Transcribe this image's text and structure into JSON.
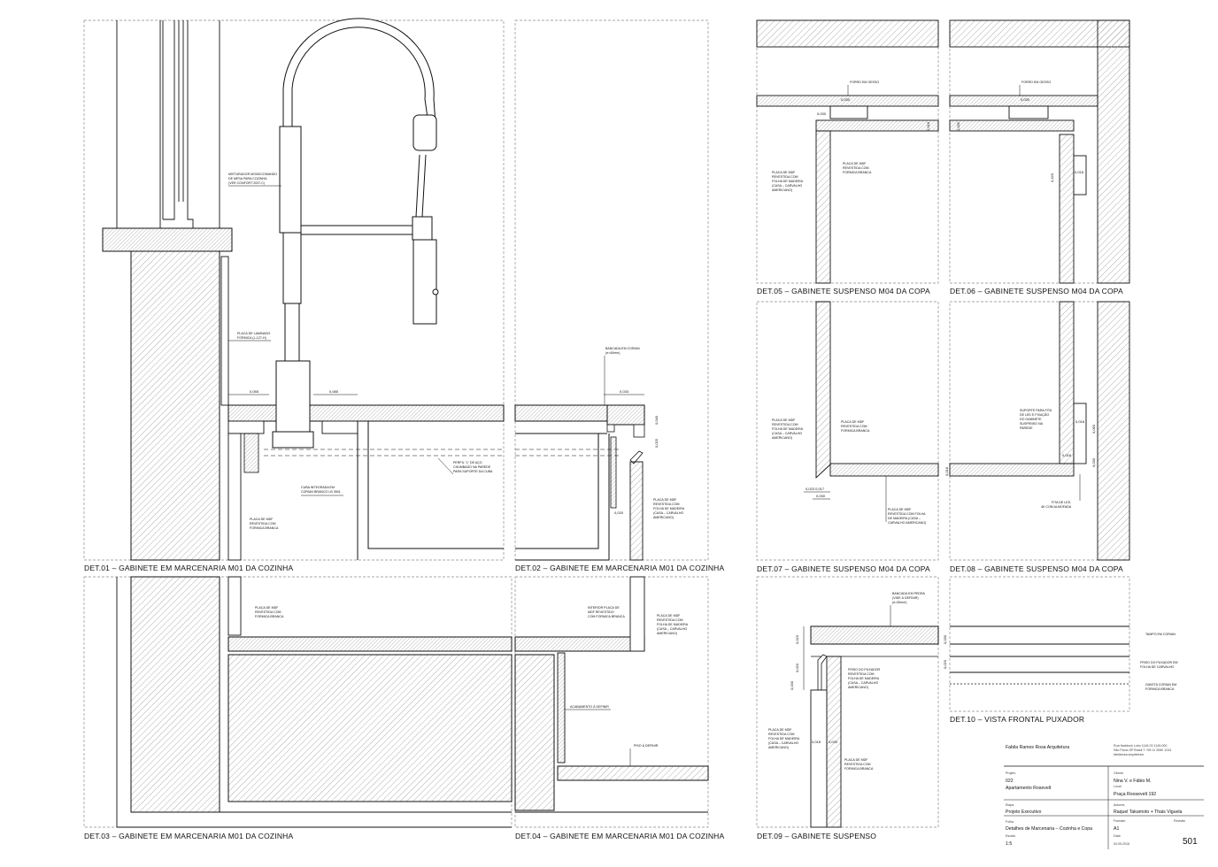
{
  "captions": {
    "det01": "DET.01 – GABINETE EM MARCENARIA M01 DA COZINHA",
    "det02": "DET.02 – GABINETE EM MARCENARIA M01 DA COZINHA",
    "det03": "DET.03 – GABINETE EM MARCENARIA M01 DA COZINHA",
    "det04": "DET.04 – GABINETE EM MARCENARIA M01 DA COZINHA",
    "det05": "DET.05 – GABINETE SUSPENSO M04 DA COPA",
    "det06": "DET.06 – GABINETE SUSPENSO M04 DA COPA",
    "det07": "DET.07 – GABINETE SUSPENSO M04 DA COPA",
    "det08": "DET.08 – GABINETE SUSPENSO M04 DA COPA",
    "det09": "DET.09 – GABINETE SUSPENSO",
    "det10": "DET.10 – VISTA FRONTAL PUXADOR"
  },
  "notes": {
    "misturador": [
      "MISTURADOR MONOCOMANDO",
      "DE MESA PARA COZINHA",
      "(VER CONFORT 2037.C)"
    ],
    "placa_laminado": [
      "PLACA DE LAMINADO",
      "FORMICA (L-127-H)"
    ],
    "cuba": [
      "CUBA INTEGRADA EM",
      "CORIAN BRANCO LB 3501"
    ],
    "perfil": [
      "PERFIL \"L\" DE AÇO",
      "CHUMBADO NA PAREDE",
      "PARA SUPORTE DA CUBA"
    ],
    "placa_mdf_01": [
      "PLACA DE MDF",
      "REVESTIDA COM",
      "FORMICA BRANCA"
    ],
    "bancada_corian": [
      "BANCADA EM CORIAN",
      "(e=40mm)"
    ],
    "placa_mdf_02": [
      "PLACA DE MDF",
      "REVESTIDA COM",
      "FOLHA DE MADEIRA",
      "(CASA – CARVALHO",
      "AMERICANO)"
    ],
    "placa_mdf_03": [
      "PLACA DE MDF",
      "REVESTIDA COM",
      "FORMICA BRANCA"
    ],
    "interior_placa": [
      "INTERIOR PLACA DE",
      "MDF REVESTIDO",
      "COM FORMICA BRANCA"
    ],
    "placa_mdf_04": [
      "PLACA DE MDF",
      "REVESTIDA COM",
      "FOLHA DE MADEIRA",
      "(CASA – CARVALHO",
      "AMERICANO)"
    ],
    "acabamento": [
      "ACABAMENTO À DEFINIR"
    ],
    "piso": [
      "PISO À DEFINIR"
    ],
    "forro_05": [
      "FORRO EM GESSO"
    ],
    "placa_mdf_05a": [
      "PLACA DE MDF",
      "REVESTIDA COM",
      "FOLHA DE MADEIRA",
      "(CASA – CARVALHO",
      "AMERICANO)"
    ],
    "placa_mdf_05b": [
      "PLACA DE MDF",
      "REVESTIDA COM",
      "FORMICA BRANCA"
    ],
    "forro_06": [
      "FORRO EM GESSO"
    ],
    "placa_mdf_07a": [
      "PLACA DE MDF",
      "REVESTIDA COM",
      "FOLHA DE MADEIRA",
      "(CASA – CARVALHO",
      "AMERICANO)"
    ],
    "placa_mdf_07b": [
      "PLACA DE MDF",
      "REVESTIDA COM",
      "FORMICA BRANCA"
    ],
    "placa_mdf_07c": [
      "PLACA DE MDF",
      "REVESTIDA COM FOLHA",
      "DE MADEIRA (CASA –",
      "CARVALHO AMERICANO)"
    ],
    "suporte_08": [
      "SUPORTE PARA FITA",
      "DE LED E FIXAÇÃO",
      "DO GABINETE",
      "SUSPENSO NA",
      "PAREDE"
    ],
    "fita_led": [
      "FITA DE LED",
      "4K COM ALMOFADA"
    ],
    "bancada_pedra": [
      "BANCADA EM PEDRA",
      "(VIDE À DEFINIR)",
      "(e=30mm)"
    ],
    "placa_mdf_09a": [
      "PLACA DE MDF",
      "REVESTIDA COM",
      "FOLHA DE MADEIRA",
      "(CASA – CARVALHO",
      "AMERICANO)"
    ],
    "puxador_09": [
      "FRISO DO PUXADOR",
      "REVESTIDA COM",
      "FOLHA DE MADEIRA",
      "(CASA – CARVALHO",
      "AMERICANO)"
    ],
    "placa_mdf_09b": [
      "PLACA DE MDF",
      "REVESTIDA COM",
      "FORMICA BRANCA"
    ],
    "vista_10a": [
      "TAMPO EM CORIAN"
    ],
    "vista_10b": [
      "FRISO DO PUXADOR EM",
      "FOLHA DE CARVALHO"
    ],
    "vista_10c": [
      "GAVETA CORIAN EM",
      "FORMICA BRANCA"
    ]
  },
  "dims": {
    "d01a": "0,055",
    "d01b": "0,085",
    "d02a": "0,033",
    "d02b": "0,040",
    "d02c": "0,025",
    "d02d": "0,020",
    "d05a": "0,030",
    "d05b": "0,030",
    "d05c": "0,018",
    "d06a": "0,030",
    "d06b": "0,035",
    "d06c": "0,018",
    "d06d": "0,420",
    "d07a": "0,018",
    "d07b": "0,023 0,017",
    "d07c": "0,030",
    "d08a": "0,018",
    "d08b": "0,060",
    "d08c": "0,018",
    "d08d": "0,030",
    "d09a": "0,023",
    "d09b": "0,020",
    "d09c": "0,030",
    "d09d": "0,018",
    "d09e": "0,030",
    "d10a": "0,030",
    "d10b": "0,020"
  },
  "titleblock": {
    "office": "Fabila Ramos Rosa Arquitetura",
    "address": [
      "Rua Haddock Lobo 1146 03 1149-000",
      "São Paulo SP Brasil  T +55 11 3080 1234",
      "fabilarosa.arquitetura"
    ],
    "projeto_label": "Projeto",
    "projeto_num": "022",
    "projeto_name": "Apartamento Rosevelt",
    "cliente_label": "Cliente",
    "cliente": "Nina V. e Fábio M.",
    "local_label": "Local",
    "local": "Praça Roosevelt 192",
    "etapa_label": "Etapa",
    "etapa": "Projeto Executivo",
    "autores_label": "Autores",
    "autores": "Raquel Takamoto + Thais Viguela",
    "folha_label": "Folha",
    "folha_title": "Detalhes de Marcenaria – Cozinha e Copa",
    "formato_label": "Formato",
    "formato": "A1",
    "escala_label": "Escala",
    "escala": "1:5",
    "rev_label": "Revisão",
    "data_label": "Data",
    "data": "04.05.2016",
    "sheet": "501"
  },
  "colors": {
    "line": "#111111",
    "hatch": "#9a9a9a",
    "frame": "#8a8a8a"
  }
}
